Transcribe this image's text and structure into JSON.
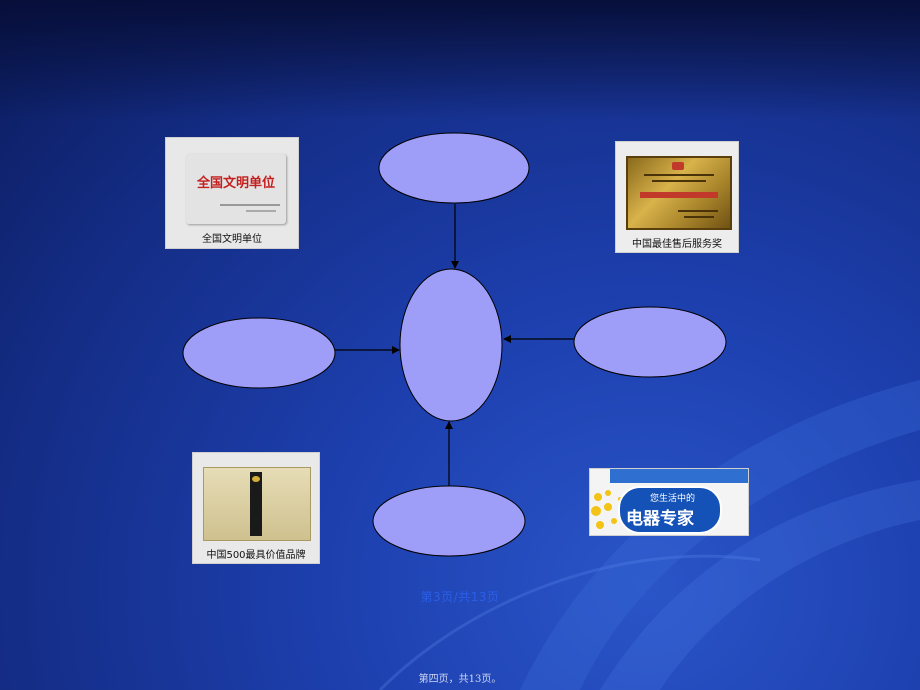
{
  "photos": {
    "award1": {
      "card_text": "全国文明单位",
      "caption": "全国文明单位"
    },
    "award2": {
      "caption": "中国最佳售后服务奖"
    },
    "award3": {
      "caption": "中国500最具价值品牌"
    },
    "award4": {
      "line1": "您生活中的",
      "line2": "电器专家"
    }
  },
  "diagram": {
    "center_fill": "#9e9ef8",
    "stroke": "#000000"
  },
  "page_number": "第3页/共13页",
  "footer": "第四页，共13页。"
}
